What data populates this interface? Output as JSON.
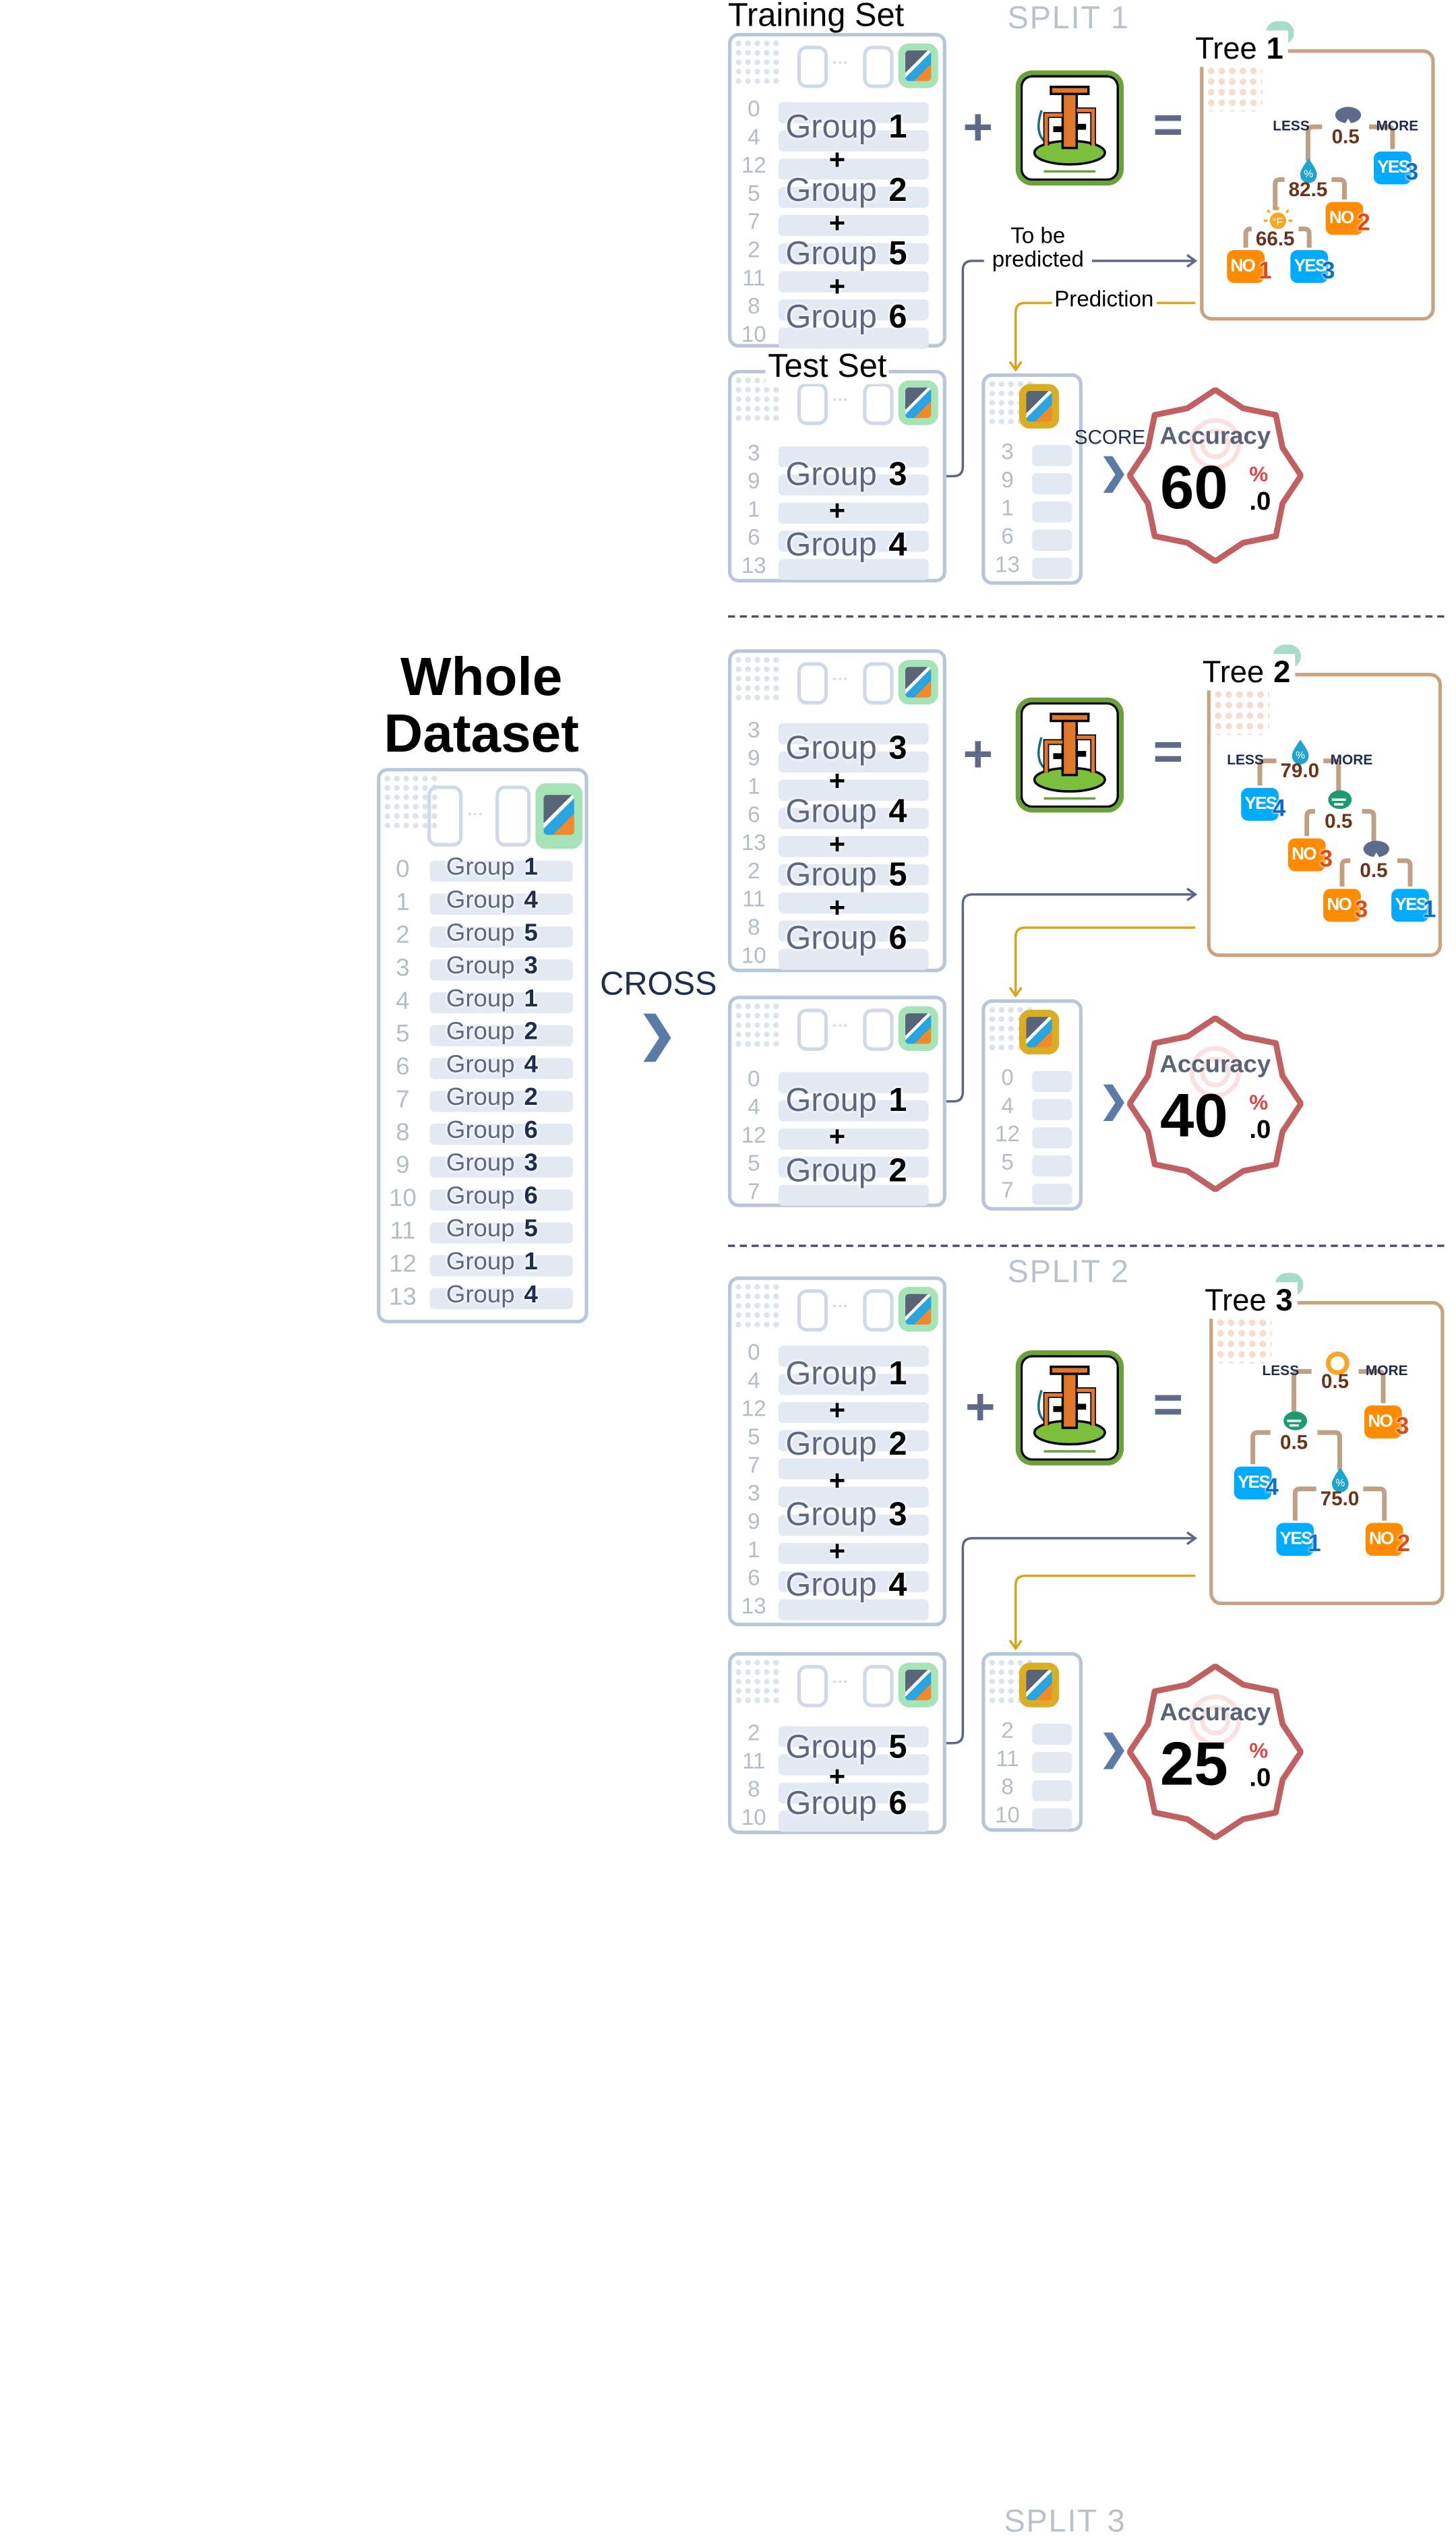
{
  "whole_dataset": {
    "title_line1": "Whole",
    "title_line2": "Dataset",
    "rows": [
      {
        "index": "0",
        "group_label": "Group",
        "group": "1"
      },
      {
        "index": "1",
        "group_label": "Group",
        "group": "4"
      },
      {
        "index": "2",
        "group_label": "Group",
        "group": "5"
      },
      {
        "index": "3",
        "group_label": "Group",
        "group": "3"
      },
      {
        "index": "4",
        "group_label": "Group",
        "group": "1"
      },
      {
        "index": "5",
        "group_label": "Group",
        "group": "2"
      },
      {
        "index": "6",
        "group_label": "Group",
        "group": "4"
      },
      {
        "index": "7",
        "group_label": "Group",
        "group": "2"
      },
      {
        "index": "8",
        "group_label": "Group",
        "group": "6"
      },
      {
        "index": "9",
        "group_label": "Group",
        "group": "3"
      },
      {
        "index": "10",
        "group_label": "Group",
        "group": "6"
      },
      {
        "index": "11",
        "group_label": "Group",
        "group": "5"
      },
      {
        "index": "12",
        "group_label": "Group",
        "group": "1"
      },
      {
        "index": "13",
        "group_label": "Group",
        "group": "4"
      }
    ]
  },
  "cross_label": "CROSS",
  "labels": {
    "training_set": "Training Set",
    "test_set": "Test Set",
    "to_be_predicted": "To be predicted",
    "prediction": "Prediction",
    "score": "SCORE",
    "group": "Group",
    "tree": "Tree",
    "less": "LESS",
    "more": "MORE",
    "accuracy": "Accuracy"
  },
  "splits": [
    {
      "label": "SPLIT 1",
      "train": {
        "indices": [
          "0",
          "4",
          "12",
          "5",
          "7",
          "2",
          "11",
          "8",
          "10"
        ],
        "groups": [
          "1",
          "2",
          "5",
          "6"
        ]
      },
      "test": {
        "indices": [
          "3",
          "9",
          "1",
          "6",
          "13"
        ],
        "groups": [
          "3",
          "4"
        ]
      },
      "prediction_indices": [
        "3",
        "9",
        "1",
        "6",
        "13"
      ],
      "tree": {
        "number": "1",
        "nodes": [
          {
            "type": "split",
            "feature": "rain-cloud-icon",
            "threshold": "0.5"
          },
          {
            "type": "split",
            "feature": "humidity-drop-icon",
            "threshold": "82.5"
          },
          {
            "type": "leaf",
            "label": "YES",
            "count": "3"
          },
          {
            "type": "split",
            "feature": "temperature-sun-icon",
            "threshold": "66.5"
          },
          {
            "type": "leaf",
            "label": "NO",
            "count": "2"
          },
          {
            "type": "leaf",
            "label": "NO",
            "count": "1"
          },
          {
            "type": "leaf",
            "label": "YES",
            "count": "3"
          }
        ]
      },
      "accuracy": {
        "value": "60",
        "decimal": ".0",
        "unit": "%"
      }
    },
    {
      "label": "SPLIT 2",
      "train": {
        "indices": [
          "3",
          "9",
          "1",
          "6",
          "13",
          "2",
          "11",
          "8",
          "10"
        ],
        "groups": [
          "3",
          "4",
          "5",
          "6"
        ]
      },
      "test": {
        "indices": [
          "0",
          "4",
          "12",
          "5",
          "7"
        ],
        "groups": [
          "1",
          "2"
        ]
      },
      "prediction_indices": [
        "0",
        "4",
        "12",
        "5",
        "7"
      ],
      "tree": {
        "number": "2",
        "nodes": [
          {
            "type": "split",
            "feature": "humidity-drop-icon",
            "threshold": "79.0"
          },
          {
            "type": "leaf",
            "label": "YES",
            "count": "4"
          },
          {
            "type": "split",
            "feature": "wind-icon",
            "threshold": "0.5"
          },
          {
            "type": "leaf",
            "label": "NO",
            "count": "3"
          },
          {
            "type": "split",
            "feature": "rain-cloud-icon",
            "threshold": "0.5"
          },
          {
            "type": "leaf",
            "label": "NO",
            "count": "3"
          },
          {
            "type": "leaf",
            "label": "YES",
            "count": "1"
          }
        ]
      },
      "accuracy": {
        "value": "40",
        "decimal": ".0",
        "unit": "%"
      }
    },
    {
      "label": "SPLIT 3",
      "train": {
        "indices": [
          "0",
          "4",
          "12",
          "5",
          "7",
          "3",
          "9",
          "1",
          "6",
          "13"
        ],
        "groups": [
          "1",
          "2",
          "3",
          "4"
        ]
      },
      "test": {
        "indices": [
          "2",
          "11",
          "8",
          "10"
        ],
        "groups": [
          "5",
          "6"
        ]
      },
      "prediction_indices": [
        "2",
        "11",
        "8",
        "10"
      ],
      "tree": {
        "number": "3",
        "nodes": [
          {
            "type": "split",
            "feature": "sun-icon",
            "threshold": "0.5"
          },
          {
            "type": "split",
            "feature": "wind-icon",
            "threshold": "0.5"
          },
          {
            "type": "leaf",
            "label": "NO",
            "count": "3"
          },
          {
            "type": "leaf",
            "label": "YES",
            "count": "4"
          },
          {
            "type": "split",
            "feature": "humidity-drop-icon",
            "threshold": "75.0"
          },
          {
            "type": "leaf",
            "label": "YES",
            "count": "1"
          },
          {
            "type": "leaf",
            "label": "NO",
            "count": "2"
          }
        ]
      },
      "accuracy": {
        "value": "25",
        "decimal": ".0",
        "unit": "%"
      }
    }
  ],
  "colors": {
    "yes": "#00aaff",
    "no": "#ff8c00",
    "accuracy_border": "#c06060",
    "tree_border": "#c9a27f",
    "prediction_line": "#d9a520",
    "flow_line": "#5b6883"
  }
}
